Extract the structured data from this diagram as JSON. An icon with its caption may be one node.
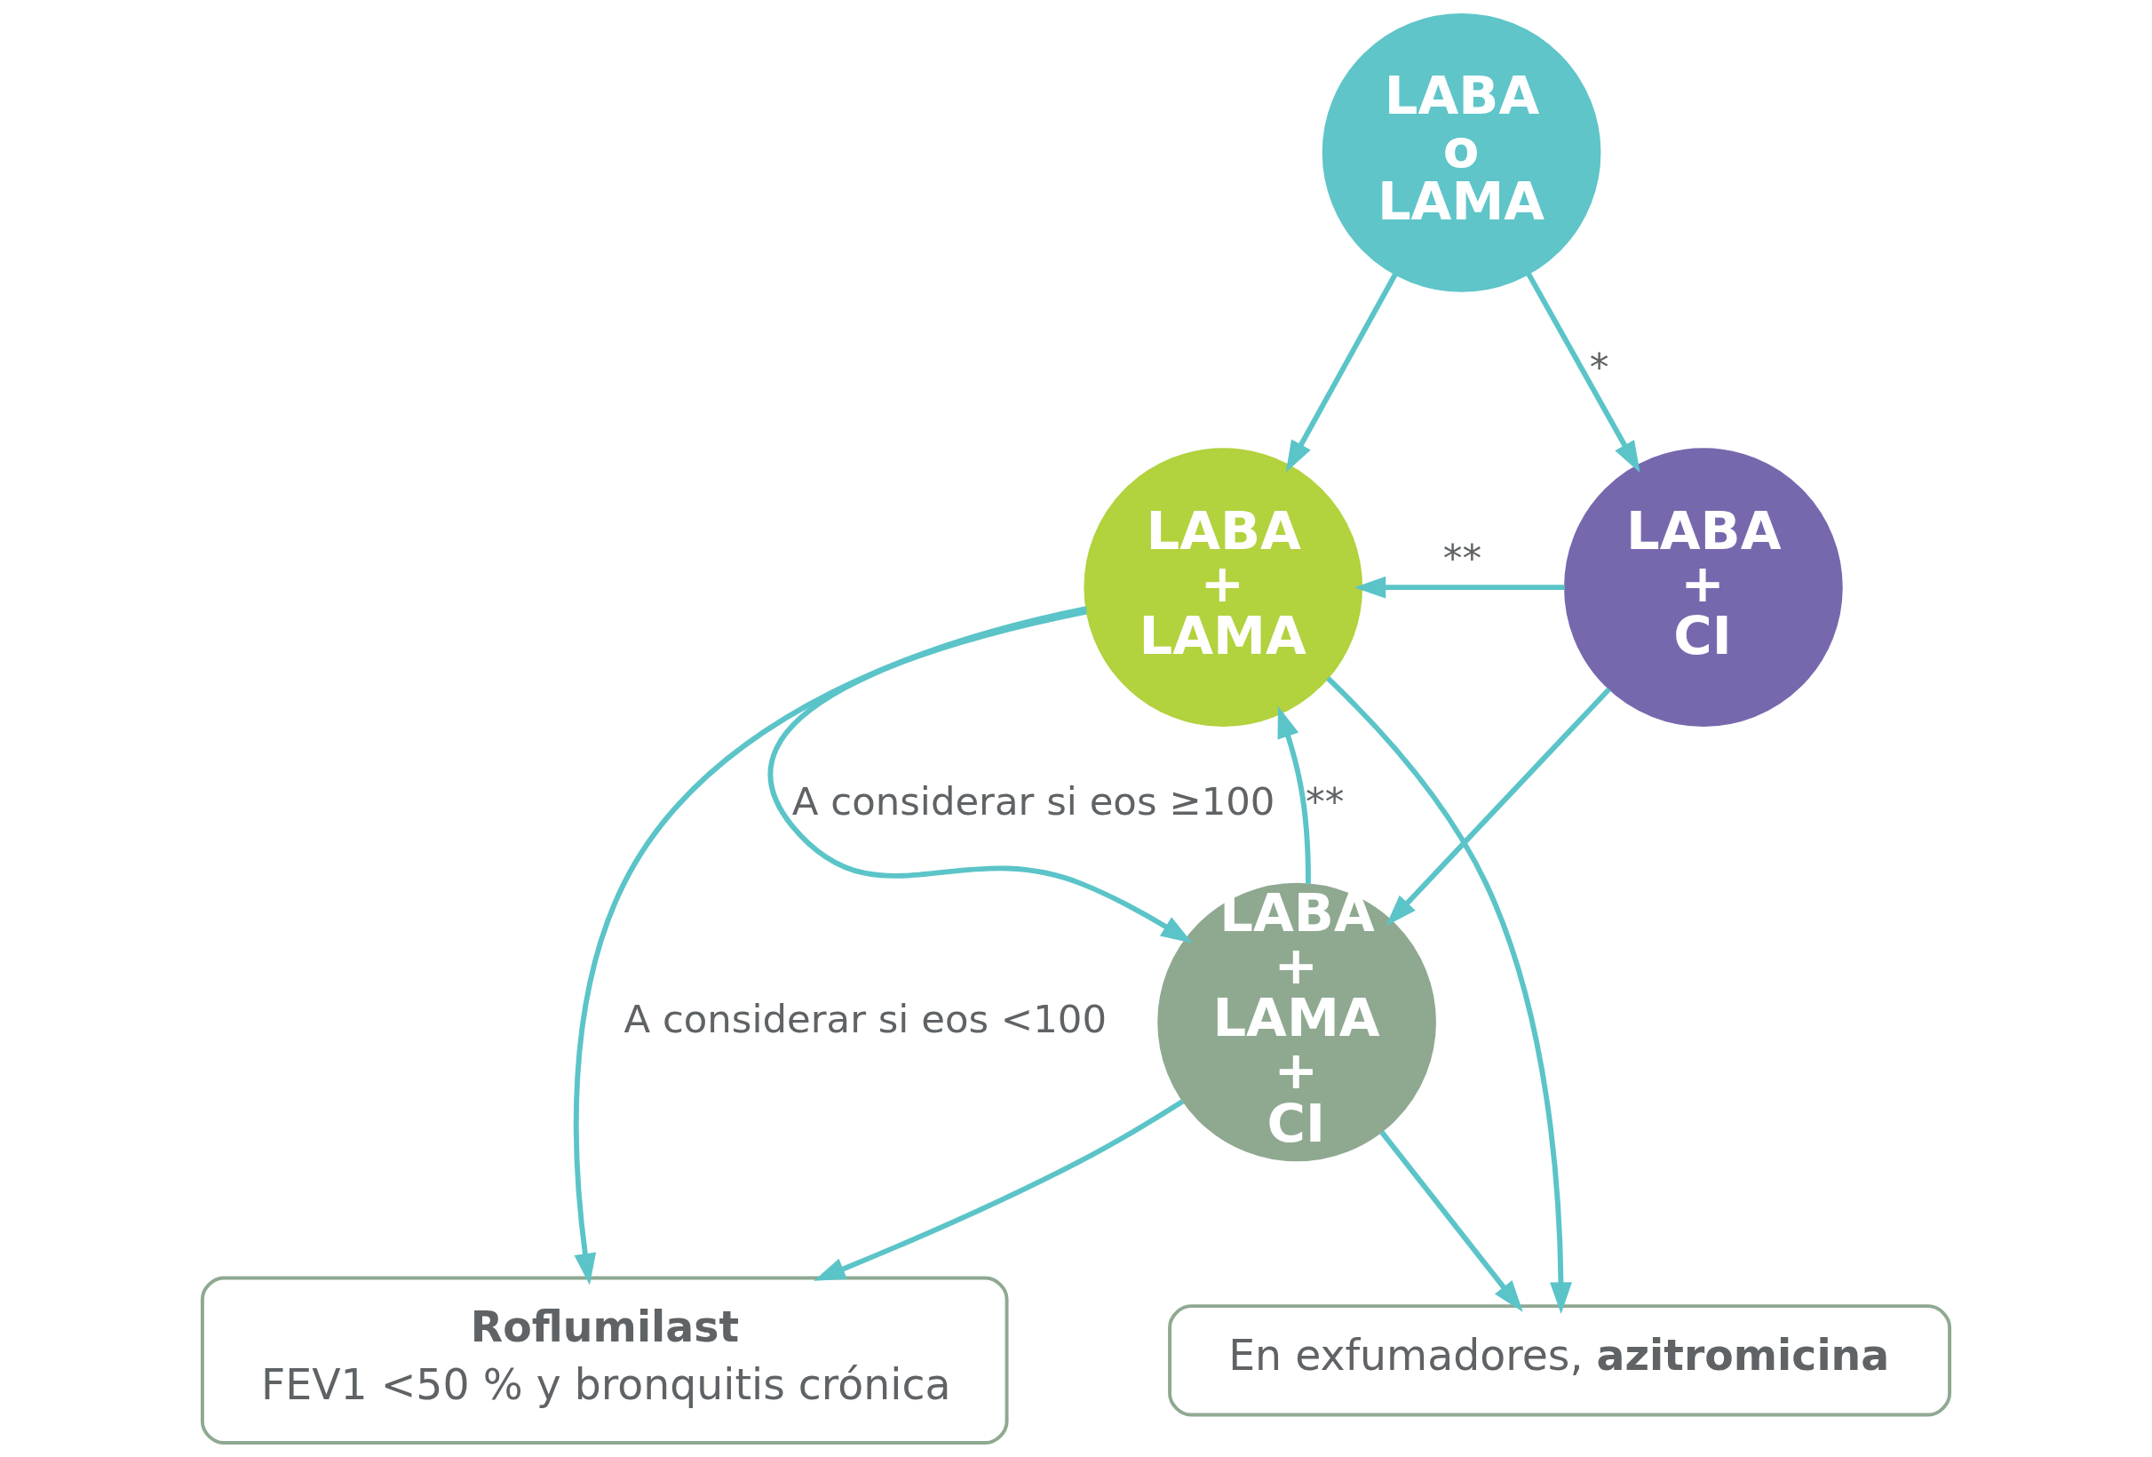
{
  "diagram": {
    "nodes": [
      {
        "text": [
          "LABA o LAMA"
        ]
      },
      {
        "text": [
          "LABA + LAMA"
        ]
      },
      {
        "text": [
          "LABA + CI"
        ]
      },
      {
        "text": [
          "LABA + LAMA + CI"
        ]
      },
      {
        "text": [
          "Roflumilast",
          "FEV1 <50 % y bronquitis crónica"
        ]
      },
      {
        "text": [
          "En exfumadores, **azitromicina**"
        ]
      }
    ],
    "edges": [
      {
        "from": 0,
        "to": 1,
        "arrow": "to"
      },
      {
        "from": 0,
        "to": 2,
        "arrow": "to",
        "label": "*"
      },
      {
        "from": 2,
        "to": 1,
        "arrow": "to",
        "label": "**"
      },
      {
        "from": 3,
        "to": 1,
        "arrow": "to",
        "label": "**"
      },
      {
        "from": 2,
        "to": 3,
        "arrow": "to"
      },
      {
        "from": 1,
        "to": 3,
        "arrow": "to",
        "label": "A considerar si eos ≥100"
      },
      {
        "from": 1,
        "to": 4,
        "arrow": "to",
        "label": "A considerar si eos <100"
      },
      {
        "from": 1,
        "to": 5,
        "arrow": "to"
      },
      {
        "from": 3,
        "to": 4,
        "arrow": "to"
      },
      {
        "from": 3,
        "to": 5,
        "arrow": "to"
      }
    ]
  }
}
